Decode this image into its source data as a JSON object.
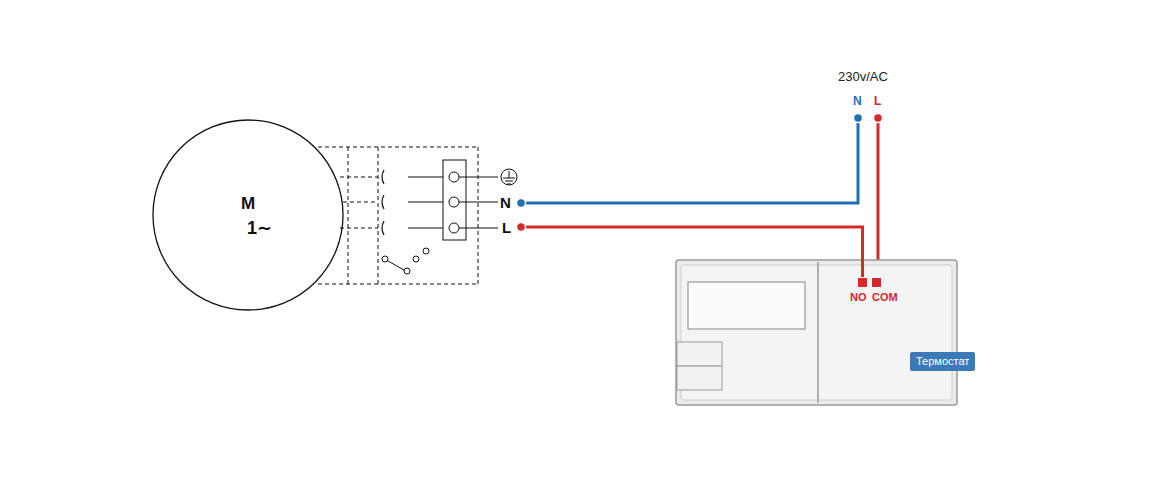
{
  "diagram": {
    "nodes": [
      {
        "text": [
          "M",
          "1∼"
        ]
      },
      {
        "text": [
          "Термостат"
        ]
      },
      {
        "text": [
          "NO"
        ],
        "in": 1
      },
      {
        "text": [
          "COM"
        ],
        "in": 1
      }
    ],
    "edges": [
      {
        "from": 0,
        "to": 2,
        "arrow": "none"
      }
    ],
    "labels": [
      "230v/AC",
      "N",
      "L",
      "N",
      "L"
    ]
  }
}
